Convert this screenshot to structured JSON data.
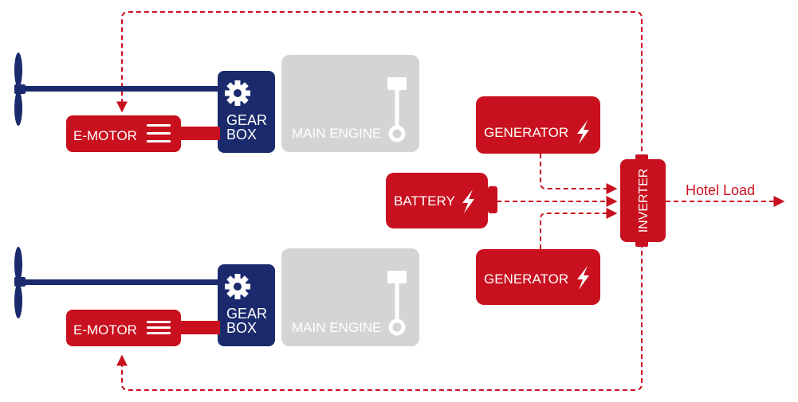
{
  "colors": {
    "red": "#c8101e",
    "navy": "#1a2a6c",
    "grey": "#d4d4d4",
    "white": "#ffffff"
  },
  "labels": {
    "emotor": "E-MOTOR",
    "gearbox_line1": "GEAR",
    "gearbox_line2": "BOX",
    "main_engine": "MAIN ENGINE",
    "generator": "GENERATOR",
    "battery": "BATTERY",
    "inverter": "INVERTER",
    "hotel_load": "Hotel Load"
  },
  "icons": {
    "emotor": "motor-lines-icon",
    "gearbox": "gear-icon",
    "main_engine": "piston-icon",
    "generator": "lightning-bolt-icon",
    "battery": "lightning-bolt-icon"
  }
}
